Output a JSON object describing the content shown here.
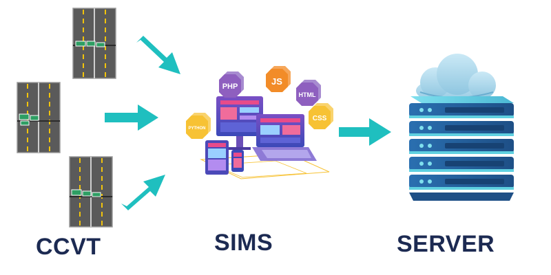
{
  "labels": {
    "ccvt": "CCVT",
    "sims": "SIMS",
    "server": "SERVER"
  },
  "badges": {
    "php": "PHP",
    "js": "JS",
    "html": "HTML",
    "python": "PYTHON",
    "css": "CSS"
  },
  "colors": {
    "caption": "#1c2a52",
    "arrow": "#1fbfbf",
    "road": "#5a5a5a",
    "lane_line": "#f2c40c",
    "sign": "#2e9e63",
    "badge_purple": "#8e5fbf",
    "badge_orange": "#f28c28",
    "badge_yellow": "#f7c234",
    "server_blue": "#2a6fb0",
    "server_cyan": "#5fd0e0",
    "cloud": "#a9d8ec"
  }
}
